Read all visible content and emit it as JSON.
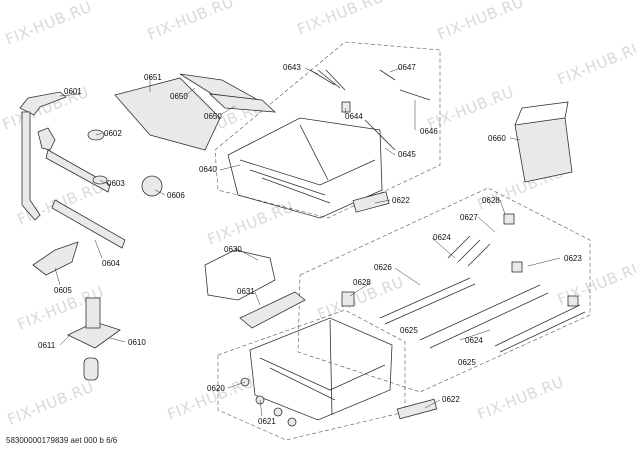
{
  "watermark": {
    "text": "FIX-HUB.RU"
  },
  "footer": {
    "text": "58300000179839 aet 000 b 6/6"
  },
  "labels": {
    "p0601": "0601",
    "p0602": "0602",
    "p0603": "0603",
    "p0604": "0604",
    "p0605": "0605",
    "p0606": "0606",
    "p0610": "0610",
    "p0611": "0611",
    "p0620": "0620",
    "p0621": "0621",
    "p0622a": "0622",
    "p0622b": "0622",
    "p0623": "0623",
    "p0624a": "0624",
    "p0624b": "0624",
    "p0625a": "0625",
    "p0625b": "0625",
    "p0626": "0626",
    "p0627": "0627",
    "p0628a": "0628",
    "p0628b": "0628",
    "p0630": "0630",
    "p0631": "0631",
    "p0640": "0640",
    "p0643": "0643",
    "p0644": "0644",
    "p0645": "0645",
    "p0646": "0646",
    "p0647": "0647",
    "p0650a": "0650",
    "p0650b": "0650",
    "p0651": "0651",
    "p0660": "0660"
  }
}
